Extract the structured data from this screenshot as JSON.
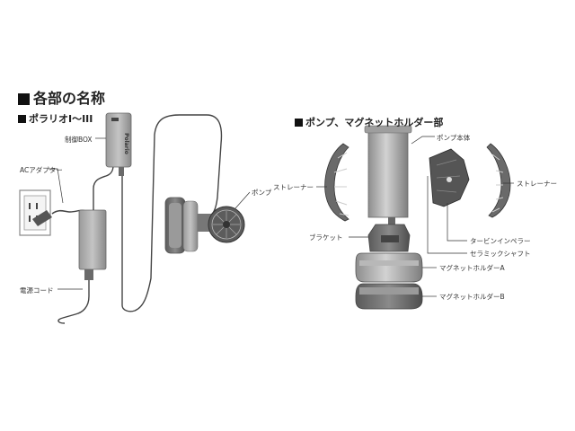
{
  "heading": "各部の名称",
  "section_left": {
    "title": "ポラリオI〜III",
    "labels": {
      "control_box": "制御BOX",
      "ac_adapter": "ACアダプター",
      "power_cord": "電源コード",
      "pump": "ポンプ"
    },
    "brand_on_box": "Polario"
  },
  "section_right": {
    "title": "ポンプ、マグネットホルダー部",
    "labels": {
      "pump_body": "ポンプ本体",
      "strainer_left": "ストレーナー",
      "strainer_right": "ストレーナー",
      "bracket": "ブラケット",
      "turbine_impeller": "タービンインペラー",
      "ceramic_shaft": "セラミックシャフト",
      "magnet_holder_a": "マグネットホルダーA",
      "magnet_holder_b": "マグネットホルダーB"
    }
  }
}
